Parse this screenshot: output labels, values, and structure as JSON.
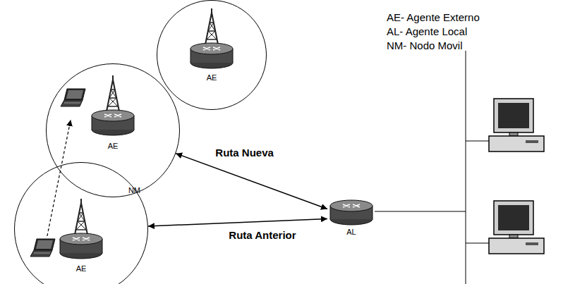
{
  "diagram": {
    "nodes": [
      {
        "text": [
          "AE"
        ]
      },
      {
        "text": [
          "AE"
        ]
      },
      {
        "text": [
          "NM"
        ],
        "in": 1
      },
      {
        "text": [
          "AE"
        ]
      },
      {
        "text": [
          "NM"
        ],
        "in": 3
      },
      {
        "text": [
          "AL"
        ]
      }
    ],
    "edges": [
      {
        "from": 1,
        "to": 5,
        "label": "Ruta Nueva",
        "arrow": "both"
      },
      {
        "from": 3,
        "to": 5,
        "label": "Ruta Anterior",
        "arrow": "both"
      },
      {
        "from": 4,
        "to": 2,
        "arrow": "to"
      }
    ],
    "labels": [
      "AE- Agente Externo",
      "AL- Agente Local",
      "NM- Nodo Movil"
    ]
  }
}
